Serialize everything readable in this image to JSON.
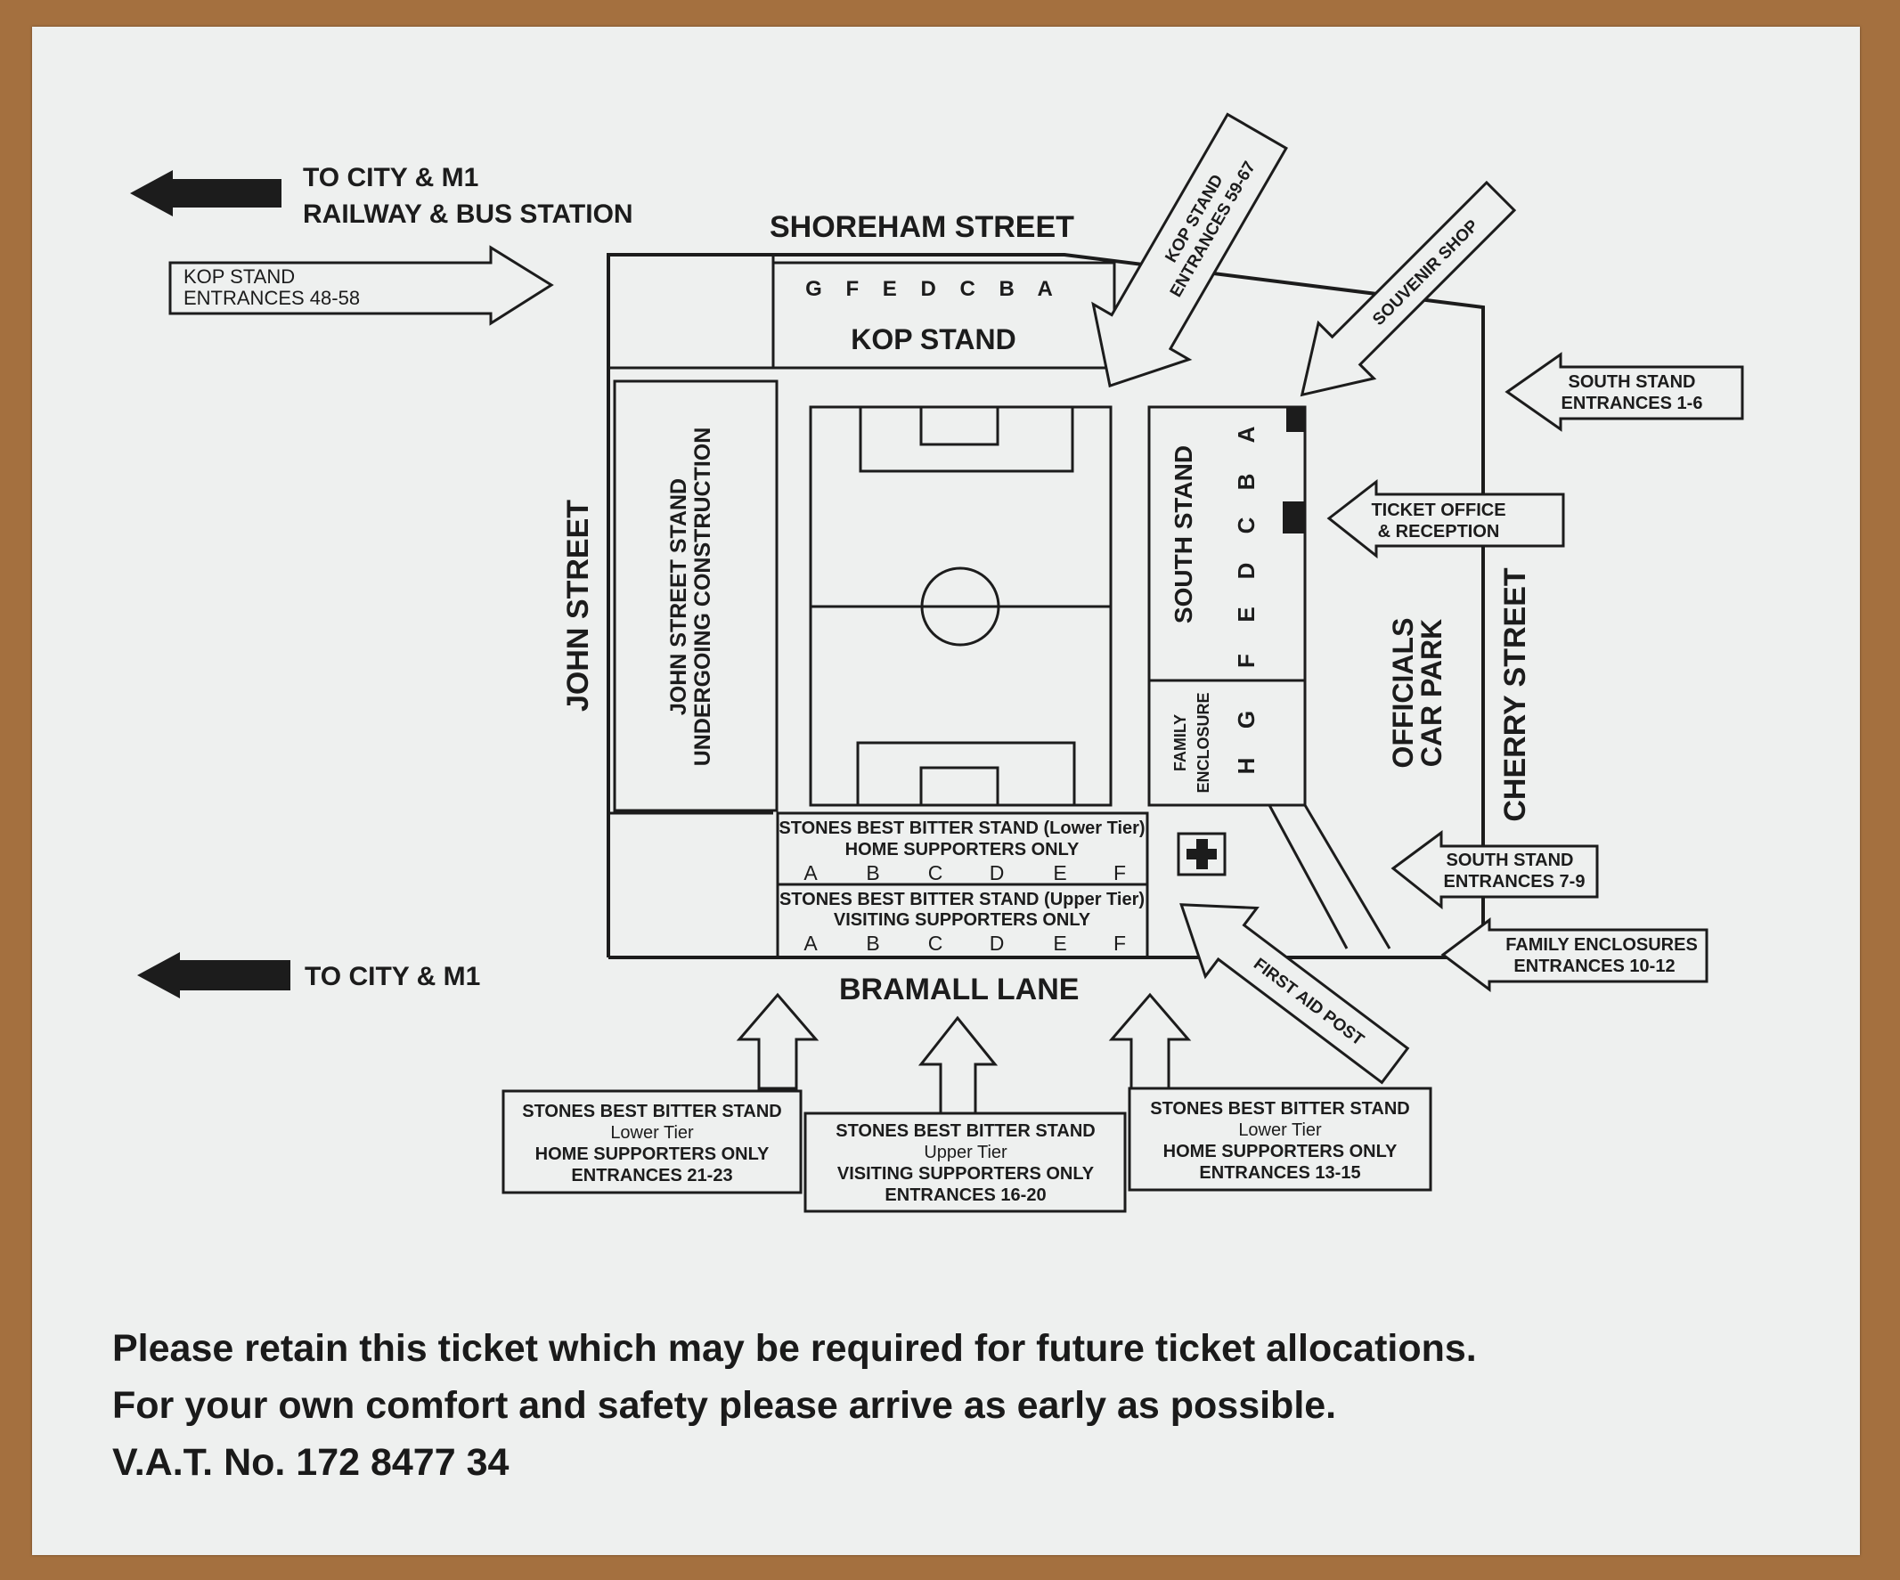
{
  "streets": {
    "shoreham": "SHOREHAM STREET",
    "john": "JOHN STREET",
    "cherry": "CHERRY STREET",
    "bramall": "BRAMALL LANE"
  },
  "directions": {
    "top_line1": "TO CITY & M1",
    "top_line2": "RAILWAY & BUS STATION",
    "bottom": "TO CITY & M1"
  },
  "stands": {
    "kop": "KOP STAND",
    "kop_letters": "G F E D C B A",
    "john_line1": "JOHN STREET STAND",
    "john_line2": "UNDERGOING CONSTRUCTION",
    "south": "SOUTH STAND",
    "south_letters": [
      "A",
      "B",
      "C",
      "D",
      "E",
      "F",
      "G",
      "H"
    ],
    "family_line1": "FAMILY",
    "family_line2": "ENCLOSURE",
    "officials_line1": "OFFICIALS",
    "officials_line2": "CAR PARK",
    "lower_line1": "STONES BEST BITTER STAND (Lower Tier)",
    "lower_line2": "HOME SUPPORTERS ONLY",
    "upper_line1": "STONES BEST BITTER STAND (Upper Tier)",
    "upper_line2": "VISITING SUPPORTERS ONLY",
    "tier_letters": [
      "A",
      "B",
      "C",
      "D",
      "E",
      "F"
    ]
  },
  "entrances": {
    "kop_4858_l1": "KOP STAND",
    "kop_4858_l2": "ENTRANCES 48-58",
    "kop_5967_l1": "KOP STAND",
    "kop_5967_l2": "ENTRANCES 59-67",
    "souvenir": "SOUVENIR SHOP",
    "south_16_l1": "SOUTH STAND",
    "south_16_l2": "ENTRANCES 1-6",
    "ticket_l1": "TICKET OFFICE",
    "ticket_l2": "& RECEPTION",
    "south_79_l1": "SOUTH STAND",
    "south_79_l2": "ENTRANCES 7-9",
    "family_l1": "FAMILY ENCLOSURES",
    "family_l2": "ENTRANCES 10-12",
    "first_aid": "FIRST AID POST",
    "box_2123": [
      "STONES BEST BITTER STAND",
      "Lower Tier",
      "HOME SUPPORTERS ONLY",
      "ENTRANCES 21-23"
    ],
    "box_1620": [
      "STONES BEST BITTER STAND",
      "Upper Tier",
      "VISITING SUPPORTERS ONLY",
      "ENTRANCES 16-20"
    ],
    "box_1315": [
      "STONES BEST BITTER STAND",
      "Lower Tier",
      "HOME SUPPORTERS ONLY",
      "ENTRANCES 13-15"
    ]
  },
  "footer": {
    "line1": "Please retain this ticket which may be required for future ticket allocations.",
    "line2": "For your own comfort and safety please arrive as early as possible.",
    "line3": "V.A.T. No. 172 8477 34"
  }
}
